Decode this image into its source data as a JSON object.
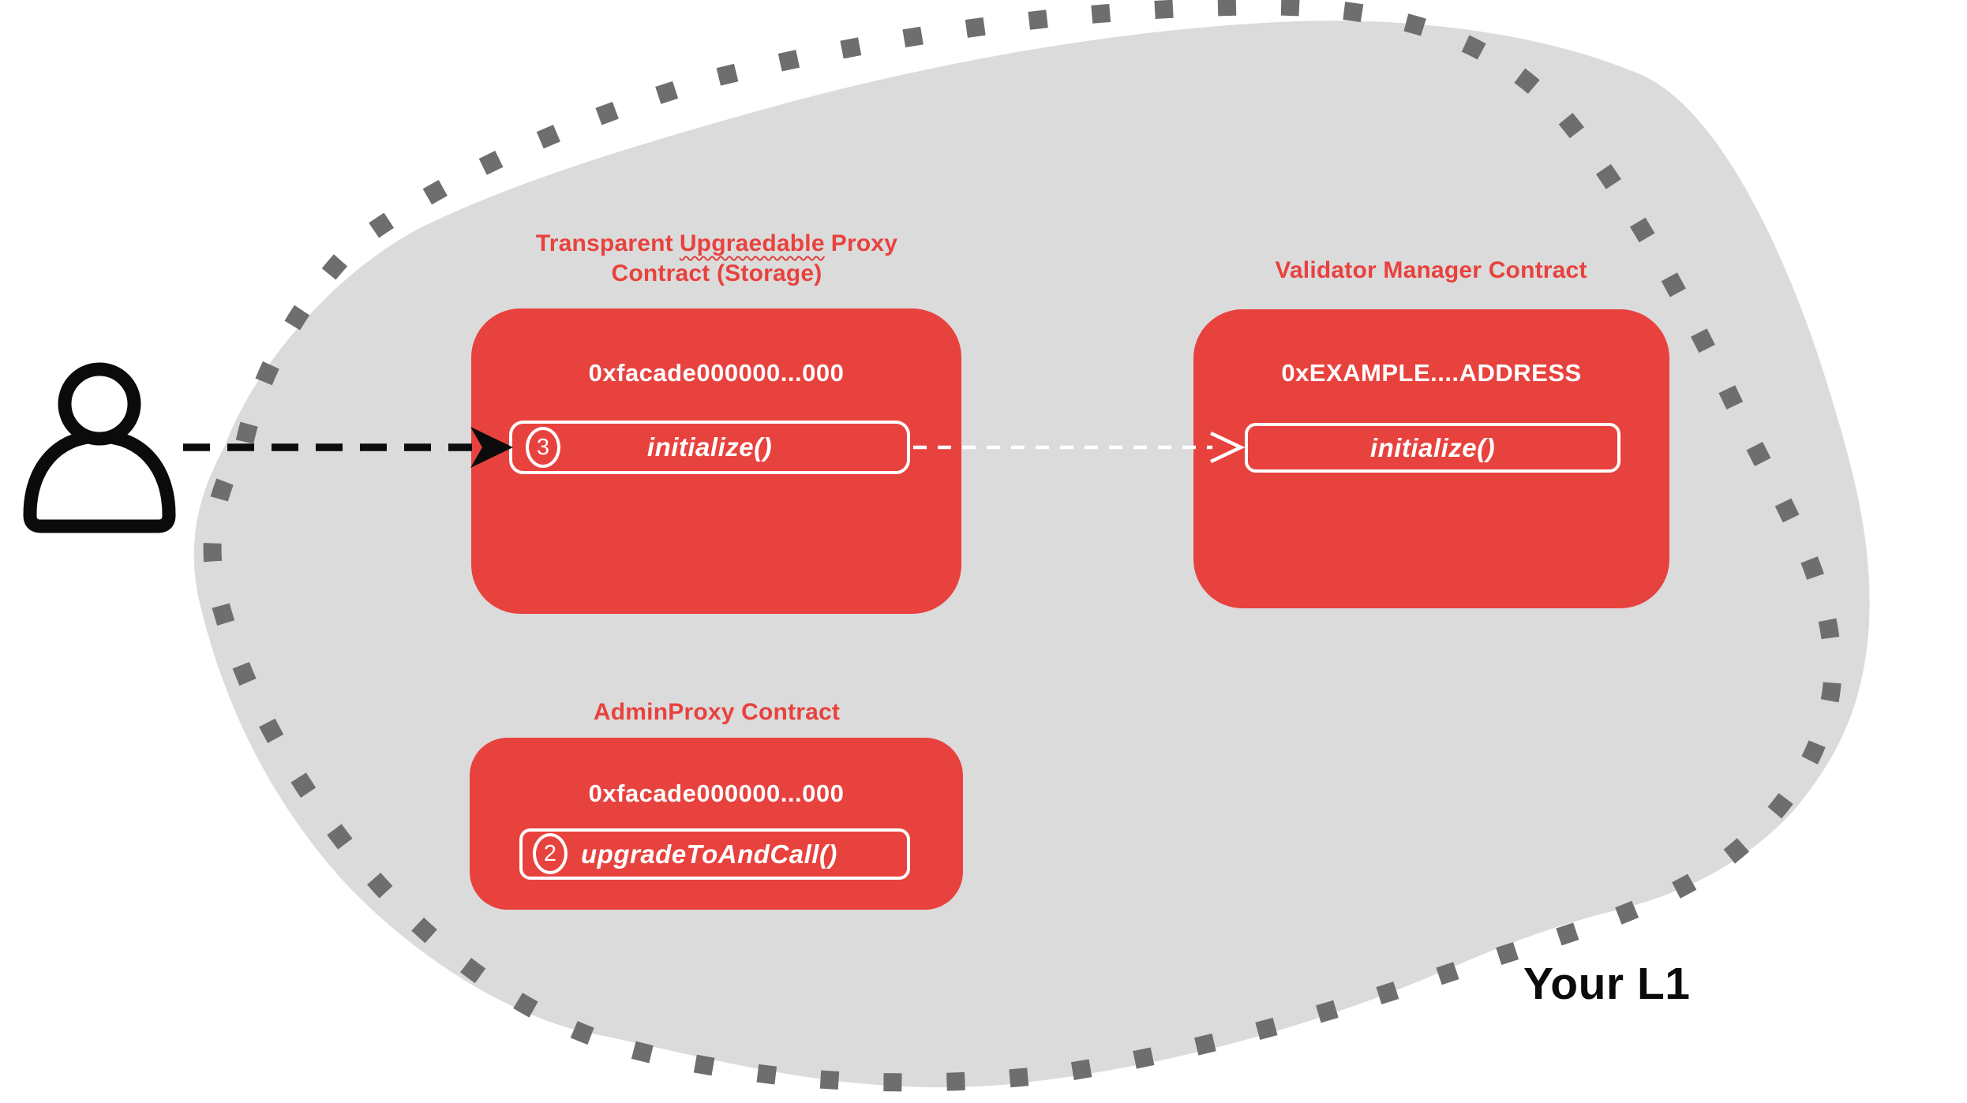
{
  "region": {
    "label": "Your L1"
  },
  "colors": {
    "contract_red": "#E8423E",
    "blob_gray": "#DBDBDB",
    "dot_gray": "#6E6E6E",
    "text_white": "#FFFFFF",
    "ink_black": "#0B0B0B"
  },
  "contracts": {
    "transparent_proxy": {
      "title_line1_pre": "Transparent",
      "title_line1_misspelled": "Upgraedable",
      "title_line1_post": "Proxy",
      "title_line2": "Contract (Storage)",
      "address": "0xfacade000000...000",
      "method": {
        "step": "3",
        "label": "initialize()"
      }
    },
    "validator_manager": {
      "title": "Validator Manager Contract",
      "address": "0xEXAMPLE....ADDRESS",
      "method": {
        "label": "initialize()"
      }
    },
    "admin_proxy": {
      "title": "AdminProxy  Contract",
      "address": "0xfacade000000...000",
      "method": {
        "step": "2",
        "label": "upgradeToAndCall()"
      }
    }
  }
}
